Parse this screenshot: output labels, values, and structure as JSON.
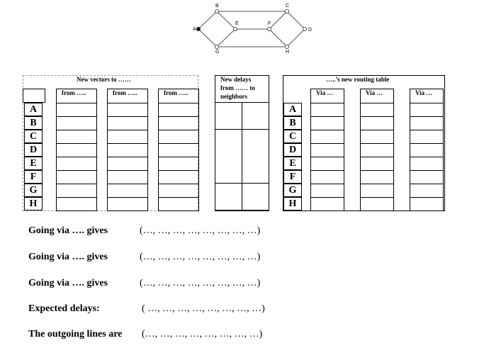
{
  "graph": {
    "nodes": [
      {
        "id": "A",
        "label": "A"
      },
      {
        "id": "B",
        "label": "B"
      },
      {
        "id": "C",
        "label": "C"
      },
      {
        "id": "D",
        "label": "D"
      },
      {
        "id": "E",
        "label": "E"
      },
      {
        "id": "F",
        "label": "F"
      },
      {
        "id": "G",
        "label": "G"
      },
      {
        "id": "H",
        "label": "H"
      }
    ],
    "edges": [
      [
        "A",
        "B"
      ],
      [
        "A",
        "G"
      ],
      [
        "B",
        "C"
      ],
      [
        "B",
        "E"
      ],
      [
        "G",
        "E"
      ],
      [
        "G",
        "H"
      ],
      [
        "E",
        "F"
      ],
      [
        "F",
        "C"
      ],
      [
        "F",
        "H"
      ],
      [
        "C",
        "D"
      ],
      [
        "H",
        "D"
      ]
    ]
  },
  "vectors_table": {
    "title": "New vectors to ……",
    "columns": [
      "from …..",
      "from …..",
      "from ….."
    ]
  },
  "delays_table": {
    "title_line1": "New delays",
    "title_line2": "from …… to",
    "title_line3": "neighbors"
  },
  "routing_table": {
    "title": "…..’s new routing table",
    "columns": [
      "Via …",
      "Via …",
      "Via …"
    ]
  },
  "row_labels": [
    "A",
    "B",
    "C",
    "D",
    "E",
    "F",
    "G",
    "H"
  ],
  "lines": [
    {
      "label": "Going via …. gives",
      "value": "(…, …, …, …, …, …, …, …)"
    },
    {
      "label": "Going via …. gives",
      "value": "(…, …, …, …, …, …, …, …)"
    },
    {
      "label": "Going via …. gives",
      "value": "(…, …, …, …, …, …, …, …)"
    },
    {
      "label": "Expected delays:",
      "value": "( …,  …,  …,  …, …,  …, …, …)"
    },
    {
      "label": "The outgoing lines are",
      "value": "(…, …, …, …, …, …, …, …)"
    }
  ]
}
